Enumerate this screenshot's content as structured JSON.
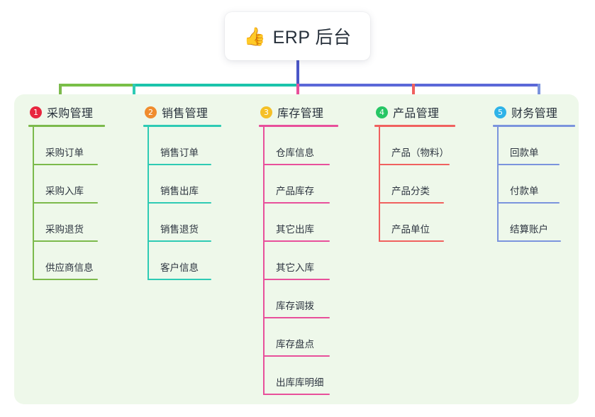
{
  "title": {
    "icon": "thumbs-up-icon",
    "emoji": "👍",
    "text": "ERP 后台"
  },
  "colors": {
    "panel_bg": "#eef8ea",
    "page_bg": "#ffffff",
    "trunk": "#4a56c8",
    "bar_left": "#79bf47",
    "bar_mid": "#1bc4ab",
    "bar_right": "#5b68d8",
    "col1": "#7cba4c",
    "col2": "#2ecbb4",
    "col3": "#e8509b",
    "col4": "#f0615f",
    "col5": "#7b94dd",
    "badge1": "#e8273f",
    "badge2": "#f08c2e",
    "badge3": "#f5c026",
    "badge4": "#27c665",
    "badge5": "#2eb3e8",
    "title_text": "#27303b",
    "item_text": "#2d3540"
  },
  "columns": [
    {
      "index": "1",
      "badge_color": "#e8273f",
      "line_color": "#7cba4c",
      "title": "采购管理",
      "items": [
        "采购订单",
        "采购入库",
        "采购退货",
        "供应商信息"
      ]
    },
    {
      "index": "2",
      "badge_color": "#f08c2e",
      "line_color": "#2ecbb4",
      "title": "销售管理",
      "items": [
        "销售订单",
        "销售出库",
        "销售退货",
        "客户信息"
      ]
    },
    {
      "index": "3",
      "badge_color": "#f5c026",
      "line_color": "#e8509b",
      "title": "库存管理",
      "items": [
        "仓库信息",
        "产品库存",
        "其它出库",
        "其它入库",
        "库存调拨",
        "库存盘点",
        "出库库明细"
      ]
    },
    {
      "index": "4",
      "badge_color": "#27c665",
      "line_color": "#f0615f",
      "title": "产品管理",
      "items": [
        "产品（物料）",
        "产品分类",
        "产品单位"
      ]
    },
    {
      "index": "5",
      "badge_color": "#2eb3e8",
      "line_color": "#7b94dd",
      "title": "财务管理",
      "items": [
        "回款单",
        "付款单",
        "结算账户"
      ]
    }
  ]
}
